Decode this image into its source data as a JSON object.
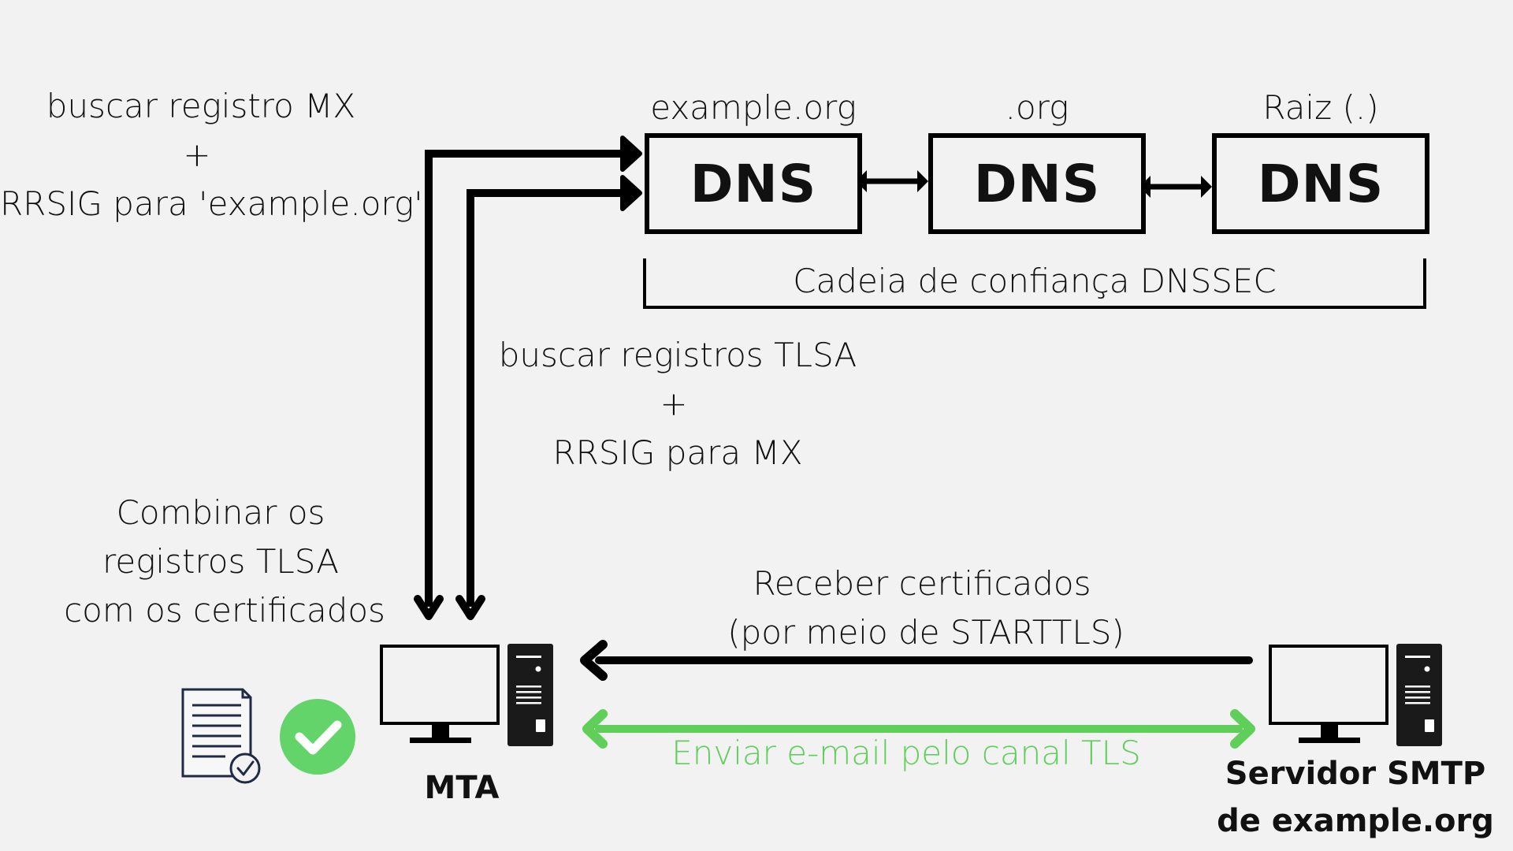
{
  "query_mx": {
    "line1": "buscar registro MX",
    "line2": "+",
    "line3": "RRSIG para 'example.org'"
  },
  "dns_chain": {
    "nodes": [
      {
        "zone": "example.org",
        "box_label": "DNS"
      },
      {
        "zone": ".org",
        "box_label": "DNS"
      },
      {
        "zone": "Raiz (.)",
        "box_label": "DNS"
      }
    ],
    "caption": "Cadeia de confiança DNSSEC"
  },
  "query_tlsa": {
    "line1": "buscar registros TLSA",
    "line2": "+",
    "line3": "RRSIG para MX"
  },
  "combine": {
    "line1": "Combinar os",
    "line2": "registros TLSA",
    "line3": "com os certificados"
  },
  "receive": {
    "line1": "Receber certificados",
    "line2": "(por meio de STARTTLS)"
  },
  "send": {
    "label": "Enviar e-mail pelo canal TLS"
  },
  "mta": {
    "label": "MTA"
  },
  "smtp_server": {
    "line1": "Servidor SMTP",
    "line2": "de example.org"
  },
  "icons": {
    "document": "document-check-icon",
    "check": "check-circle-icon",
    "computer": "desktop-computer-icon"
  },
  "colors": {
    "background": "#f2f2f2",
    "ink": "#000000",
    "tls_green": "#5fcf5a"
  }
}
